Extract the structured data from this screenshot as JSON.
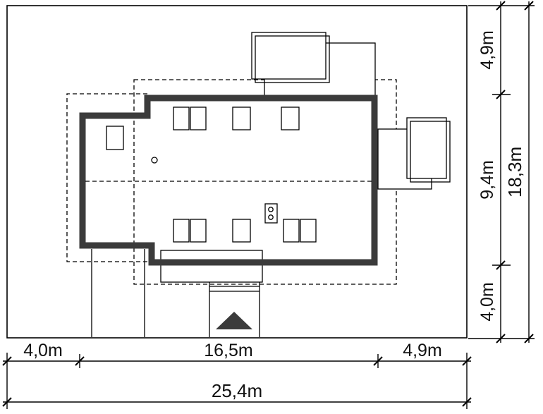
{
  "dimensions": {
    "right": {
      "segments": [
        "4,9m",
        "9,4m",
        "4,0m"
      ],
      "total": "18,3m"
    },
    "bottom": {
      "segments": [
        "4,0m",
        "16,5m",
        "4,9m"
      ],
      "total": "25,4m"
    }
  },
  "colors": {
    "wall": "#3b3b3b",
    "line": "#000000",
    "paper": "#ffffff",
    "text": "#111111"
  }
}
